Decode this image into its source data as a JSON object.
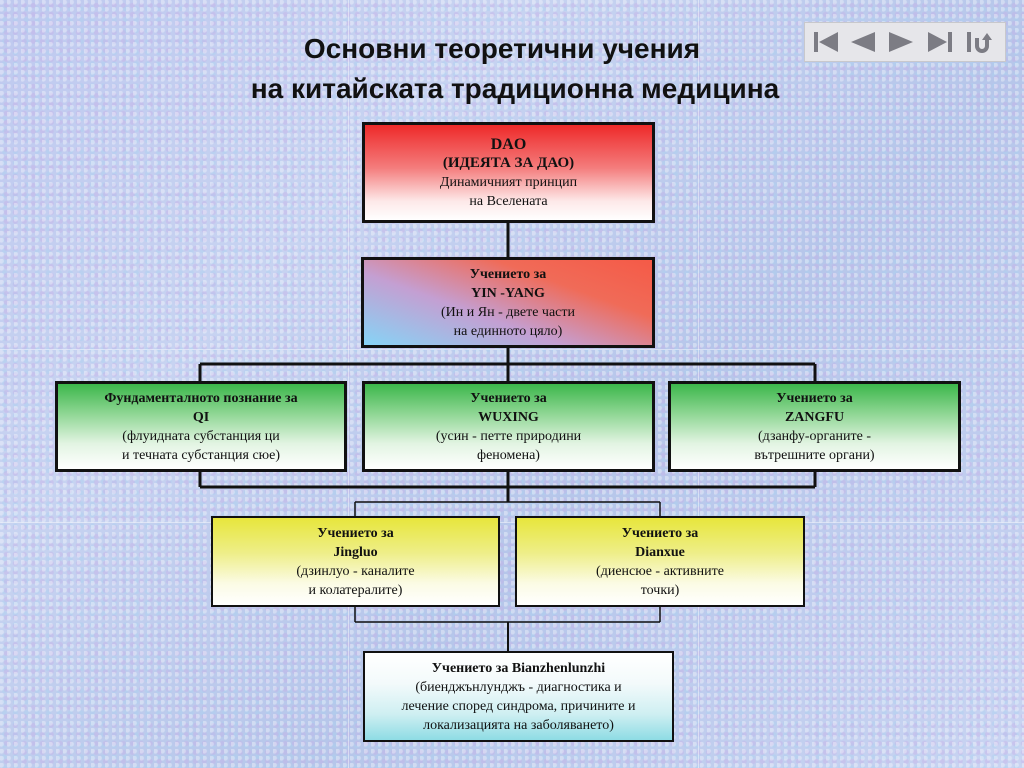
{
  "title": {
    "line1": "Основни теоретични учения",
    "line2": "на китайската традиционна медицина"
  },
  "nav": {
    "buttons": [
      {
        "name": "first-slide-icon"
      },
      {
        "name": "previous-slide-icon"
      },
      {
        "name": "next-slide-icon"
      },
      {
        "name": "last-slide-icon"
      },
      {
        "name": "return-icon"
      }
    ]
  },
  "boxes": {
    "dao": {
      "l1": "DAO",
      "l2": "(ИДЕЯТА ЗА ДАО)",
      "l3": "Динамичният принцип",
      "l4": "на Вселената"
    },
    "yinyang": {
      "l1": "Учението за",
      "l2": "YIN -YANG",
      "l3": "(Ин и Ян - двете части",
      "l4": "на единното цяло)"
    },
    "qi": {
      "l1": "Фундаменталното познание за",
      "l2": "QI",
      "l3": "(флуидната субстанция ци",
      "l4": "и течната субстанция сюе)"
    },
    "wuxing": {
      "l1": "Учението за",
      "l2": "WUXING",
      "l3": "(усин - петте природини",
      "l4": "феномена)"
    },
    "zangfu": {
      "l1": "Учението за",
      "l2": "ZANGFU",
      "l3": "(дзанфу-органите -",
      "l4": "вътрешните органи)"
    },
    "jingluo": {
      "l1": "Учението за",
      "l2": "Jingluo",
      "l3": "(дзинлуо - каналите",
      "l4": "и колатералите)"
    },
    "dianxue": {
      "l1": "Учението за",
      "l2": "Dianxue",
      "l3": "(диенсюе - активните",
      "l4": "точки)"
    },
    "bianzhen": {
      "l1": "Учението за Bianzhenlunzhi",
      "l2": "(биенджънлунджъ - диагностика и",
      "l3": "лечение според синдрома, причините и",
      "l4": "локализацията на заболяването)"
    }
  }
}
